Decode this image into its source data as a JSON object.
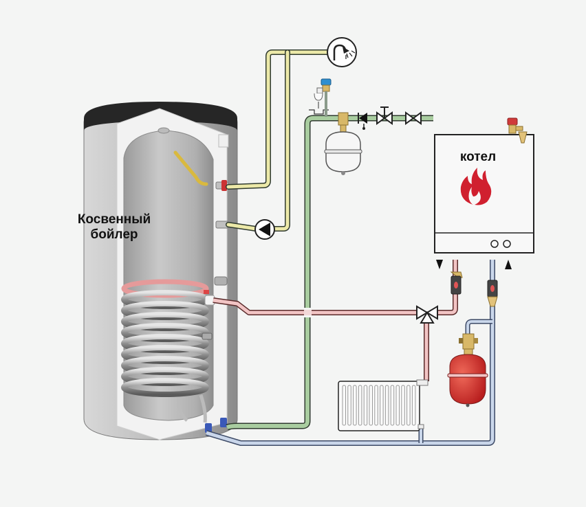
{
  "labels": {
    "indirect_boiler_line1": "Косвенный",
    "indirect_boiler_line2": "бойлер",
    "gas_boiler": "котел"
  },
  "colors": {
    "background": "#f4f5f4",
    "hot_water_pipe": "#ece9a8",
    "heating_supply_pipe": "#f2c4c4",
    "heating_return_pipe": "#c9d6ea",
    "cold_water_pipe": "#a9cda0",
    "pipe_outline": "#2f3a2f",
    "flame": "#d0202f",
    "expansion_tank_heating": "#d42a2a",
    "expansion_tank_water": "#f4f4f4",
    "safety_valve_cap_water": "#2f8fd0",
    "safety_valve_cap_heating": "#d03a3a",
    "brass": "#d8b868",
    "tank_top": "#262626",
    "tank_shell": "#c8c8c8"
  },
  "components": [
    {
      "id": "indirect-boiler",
      "name": "Косвенный бойлер"
    },
    {
      "id": "gas-boiler",
      "name": "котел"
    },
    {
      "id": "shower",
      "icon": "shower-icon"
    },
    {
      "id": "recirculation-pump",
      "icon": "pump-icon"
    },
    {
      "id": "three-way-valve",
      "icon": "three-way-valve-icon"
    },
    {
      "id": "radiator",
      "icon": "radiator-icon"
    },
    {
      "id": "expansion-tank-water",
      "icon": "expansion-tank-icon"
    },
    {
      "id": "expansion-tank-heating",
      "icon": "expansion-tank-icon"
    },
    {
      "id": "check-valve",
      "icon": "check-valve-icon"
    },
    {
      "id": "shutoff-valve-1",
      "icon": "valve-icon"
    },
    {
      "id": "shutoff-valve-2",
      "icon": "valve-icon"
    }
  ],
  "flow_arrows": {
    "boiler_outlet": "down",
    "boiler_inlet": "up"
  }
}
